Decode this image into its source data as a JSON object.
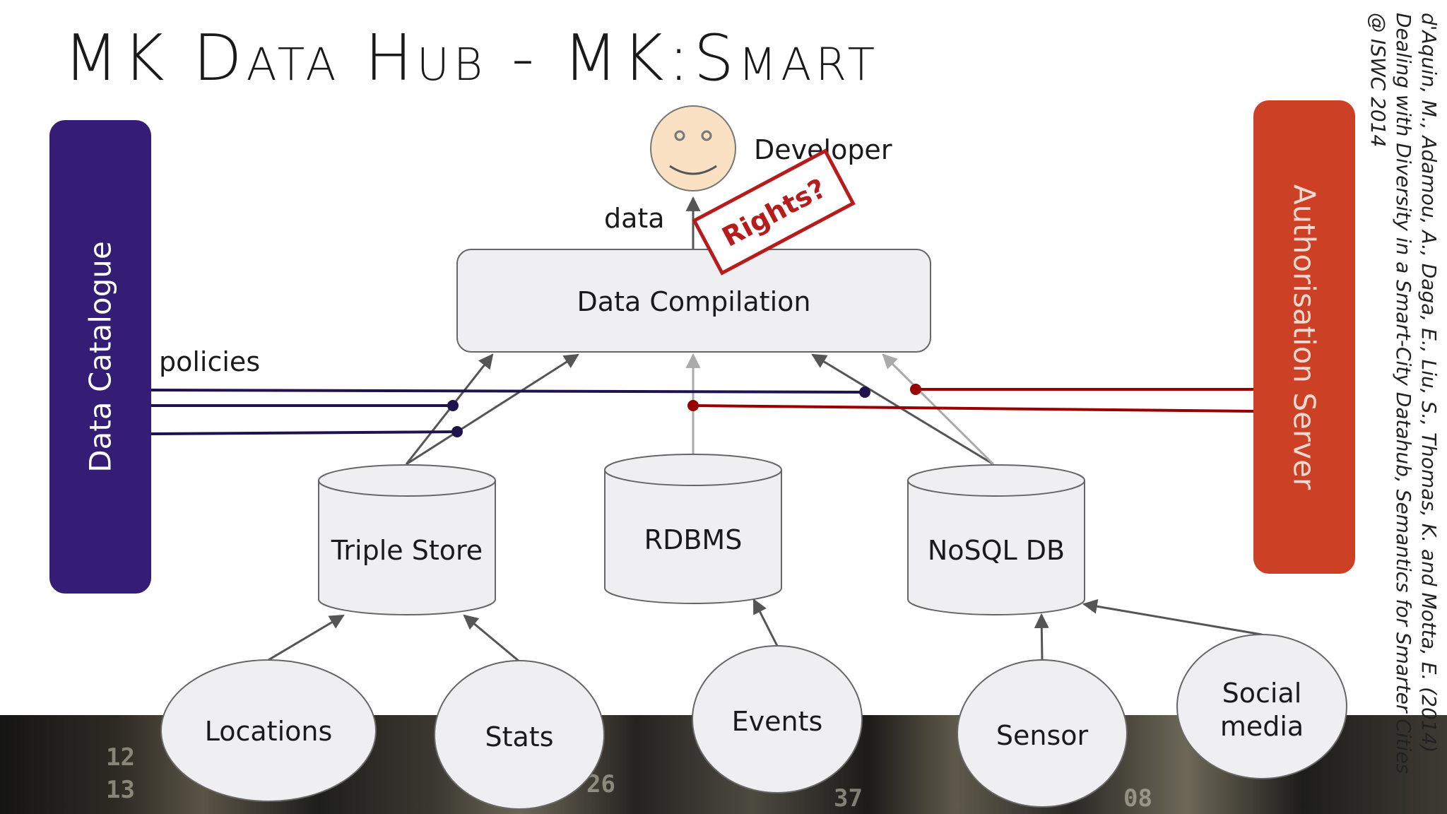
{
  "slide": {
    "title": "MK Data Hub - MK:Smart",
    "citation": [
      "d'Aquin, M., Adamou, A., Daga, E., Liu, S., Thomas, K. and Motta, E. (2014)",
      "Dealing with Diversity in a Smart-City Datahub, Semantics for Smarter Cities",
      "@ ISWC 2014"
    ],
    "data_catalogue": "Data Catalogue",
    "authorisation_server": "Authorisation Server"
  },
  "diagram": {
    "developer": "Developer",
    "rights_stamp": "Rights?",
    "data_label": "data",
    "policies_label": "policies",
    "compilation": "Data Compilation",
    "stores": {
      "triple": "Triple Store",
      "rdbms": "RDBMS",
      "nosql": "NoSQL DB"
    },
    "sources": {
      "locations": "Locations",
      "stats": "Stats",
      "events": "Events",
      "sensor": "Sensor",
      "social_line1": "Social",
      "social_line2": "media"
    }
  },
  "background_strip": [
    "12",
    "13",
    "26",
    "37",
    "08"
  ],
  "colors": {
    "catalogue": "#351c75",
    "authorisation": "#cc4125",
    "policy_line": "#20124d",
    "auth_line": "#990000",
    "stamp": "#b71c1c",
    "node_fill": "#efeff1"
  }
}
